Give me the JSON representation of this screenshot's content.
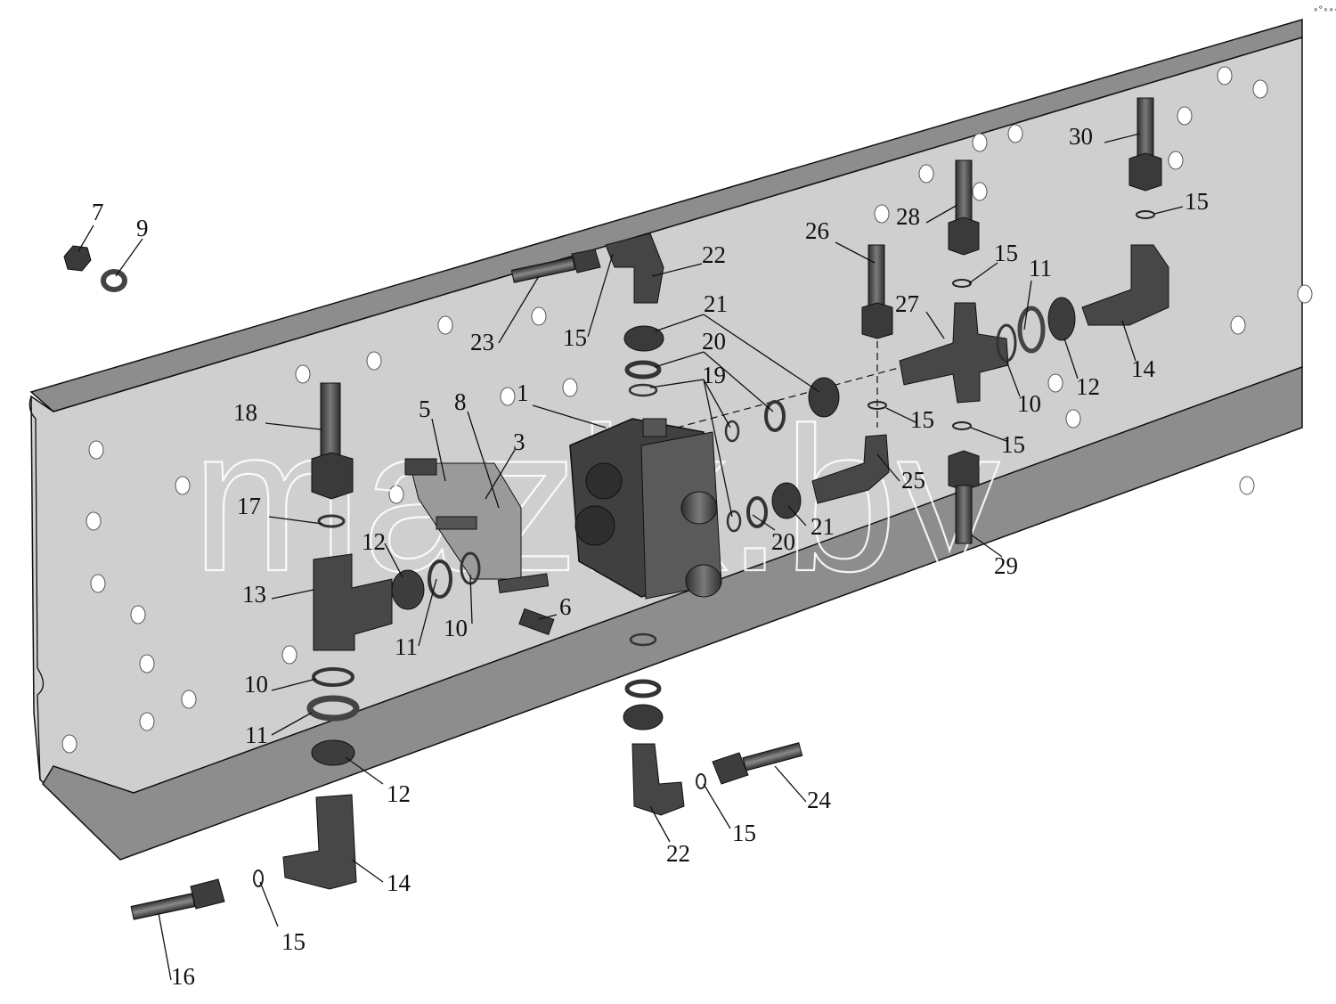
{
  "watermark": "mazik.by",
  "corner_mark": "∘°∘∘∘",
  "colors": {
    "frame_face": "#cfcfcf",
    "frame_top": "#8d8d8d",
    "part": "#454545",
    "part_light": "#6a6a6a",
    "outline": "#111111"
  },
  "labels": [
    {
      "id": "l7",
      "text": "7"
    },
    {
      "id": "l9",
      "text": "9"
    },
    {
      "id": "l23",
      "text": "23"
    },
    {
      "id": "l15a",
      "text": "15"
    },
    {
      "id": "l22a",
      "text": "22"
    },
    {
      "id": "l21a",
      "text": "21"
    },
    {
      "id": "l20a",
      "text": "20"
    },
    {
      "id": "l19",
      "text": "19"
    },
    {
      "id": "l1",
      "text": "1"
    },
    {
      "id": "l5",
      "text": "5"
    },
    {
      "id": "l8",
      "text": "8"
    },
    {
      "id": "l3",
      "text": "3"
    },
    {
      "id": "l18",
      "text": "18"
    },
    {
      "id": "l17",
      "text": "17"
    },
    {
      "id": "l12a",
      "text": "12"
    },
    {
      "id": "l13",
      "text": "13"
    },
    {
      "id": "l11a",
      "text": "11"
    },
    {
      "id": "l10a",
      "text": "10"
    },
    {
      "id": "l6",
      "text": "6"
    },
    {
      "id": "l10b",
      "text": "10"
    },
    {
      "id": "l11b",
      "text": "11"
    },
    {
      "id": "l12b",
      "text": "12"
    },
    {
      "id": "l14a",
      "text": "14"
    },
    {
      "id": "l16",
      "text": "16"
    },
    {
      "id": "l15b",
      "text": "15"
    },
    {
      "id": "l22b",
      "text": "22"
    },
    {
      "id": "l15c",
      "text": "15"
    },
    {
      "id": "l24",
      "text": "24"
    },
    {
      "id": "l20b",
      "text": "20"
    },
    {
      "id": "l21b",
      "text": "21"
    },
    {
      "id": "l26",
      "text": "26"
    },
    {
      "id": "l28",
      "text": "28"
    },
    {
      "id": "l15d",
      "text": "15"
    },
    {
      "id": "l27",
      "text": "27"
    },
    {
      "id": "l11c",
      "text": "11"
    },
    {
      "id": "l10c",
      "text": "10"
    },
    {
      "id": "l12c",
      "text": "12"
    },
    {
      "id": "l14b",
      "text": "14"
    },
    {
      "id": "l15e",
      "text": "15"
    },
    {
      "id": "l25",
      "text": "25"
    },
    {
      "id": "l15f",
      "text": "15"
    },
    {
      "id": "l29",
      "text": "29"
    },
    {
      "id": "l30",
      "text": "30"
    },
    {
      "id": "l15g",
      "text": "15"
    }
  ]
}
